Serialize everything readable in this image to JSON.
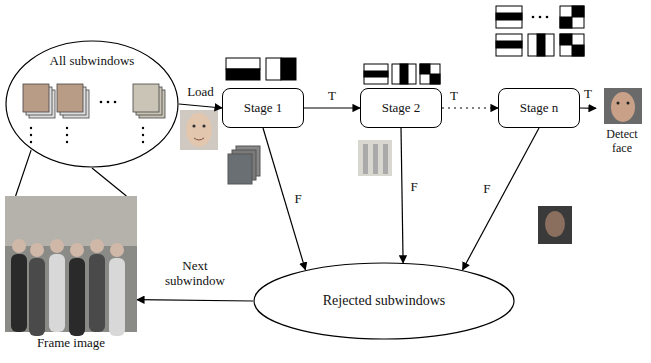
{
  "diagram": {
    "nodes": [
      {
        "text": [
          "All subwindows"
        ]
      },
      {
        "text": [
          "Stage 1"
        ]
      },
      {
        "text": [
          "Stage 2"
        ]
      },
      {
        "text": [
          "Stage n"
        ]
      },
      {
        "text": [
          "Detect face"
        ]
      },
      {
        "text": [
          "Rejected subwindows"
        ]
      },
      {
        "text": [
          "Frame image"
        ]
      }
    ],
    "edges": [
      {
        "from": 0,
        "to": 1,
        "label": "Load",
        "arrow": "to"
      },
      {
        "from": 1,
        "to": 2,
        "label": "T",
        "arrow": "to"
      },
      {
        "from": 2,
        "to": 3,
        "label": "T",
        "arrow": "to"
      },
      {
        "from": 3,
        "to": 4,
        "label": "T",
        "arrow": "to"
      },
      {
        "from": 1,
        "to": 5,
        "label": "F",
        "arrow": "to"
      },
      {
        "from": 2,
        "to": 5,
        "label": "F",
        "arrow": "to"
      },
      {
        "from": 3,
        "to": 5,
        "label": "F",
        "arrow": "to"
      },
      {
        "from": 5,
        "to": 6,
        "label": "Next subwindow",
        "arrow": "to"
      },
      {
        "from": 6,
        "to": 0,
        "arrow": "none"
      }
    ]
  }
}
